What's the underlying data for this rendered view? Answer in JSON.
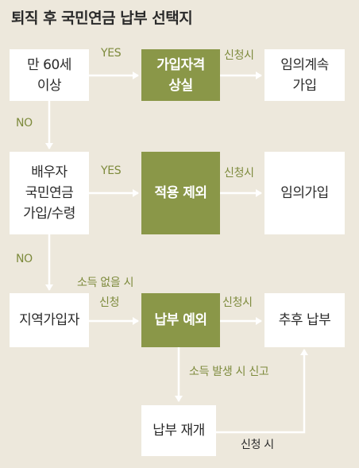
{
  "title": "퇴직 후 국민연금 납부 선택지",
  "boxes": {
    "age60": "만 60세\n이상",
    "loss": "가입자격\n상실",
    "voluntary_continue": "임의계속\n가입",
    "spouse": "배우자\n국민연금\n가입/수령",
    "exclusion": "적용 제외",
    "voluntary": "임의가입",
    "regional": "지역가입자",
    "payment_exception": "납부 예외",
    "later_payment": "추후 납부",
    "resume": "납부 재개"
  },
  "labels": {
    "yes1": "YES",
    "apply1": "신청시",
    "no1": "NO",
    "yes2": "YES",
    "apply2": "신청시",
    "no2": "NO",
    "no_income": "소득 없을 시",
    "apply3": "신청",
    "apply4": "신청시",
    "income_report": "소득 발생 시 신고",
    "apply5": "신청 시"
  },
  "colors": {
    "background": "#ede8dc",
    "green_box": "#8a9748",
    "label_text": "#7d8a3c",
    "arrow": "#ffffff"
  }
}
